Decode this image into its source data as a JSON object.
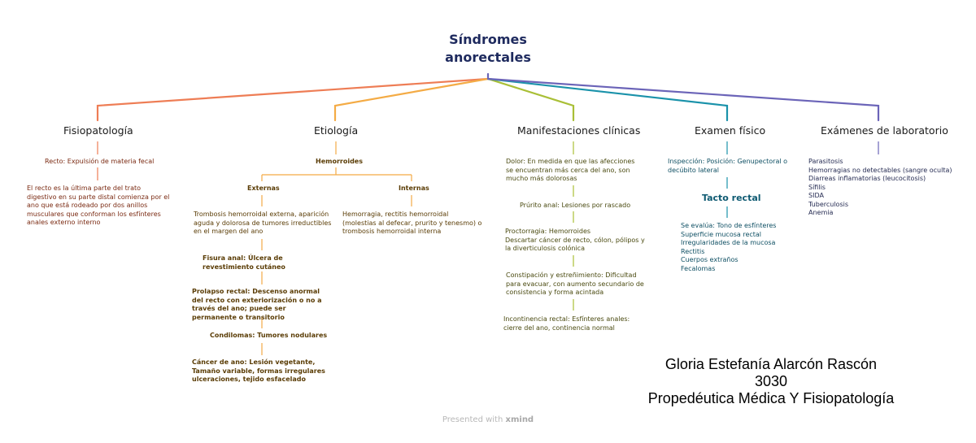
{
  "title": [
    "Síndromes",
    "anorectales"
  ],
  "branches": {
    "fisiopatologia": {
      "label": "Fisiopatología",
      "items": [
        "Recto: Expulsión de materia fecal",
        "El recto es la última parte del trato digestivo en su parte distal comienza por el ano que está rodeado por dos anillos musculares que conforman los esfínteres anales externo interno"
      ]
    },
    "etiologia": {
      "label": "Etiología",
      "hemorroides": "Hemorroides",
      "externas": {
        "label": "Externas",
        "items": [
          "Trombosis hemorroidal externa, aparición aguda y dolorosa de tumores irreductibles en el margen del ano",
          "Fisura anal: Úlcera de revestimiento cutáneo",
          "Prolapso rectal: Descenso anormal del recto con exteriorización o no a través del ano; puede ser permanente o transitorio",
          "Condilomas: Tumores nodulares",
          "Cáncer de ano: Lesión vegetante, Tamaño variable, formas irregulares ulceraciones, tejido esfacelado"
        ]
      },
      "internas": {
        "label": "Internas",
        "items": [
          "Hemorragia, rectitis hemorroidal (molestias al defecar, prurito y tenesmo) o trombosis hemorroidal interna"
        ]
      }
    },
    "manifestaciones": {
      "label": "Manifestaciones clínicas",
      "items": [
        "Dolor: En medida en que las afecciones se encuentran más cerca del ano, son mucho más dolorosas",
        "Prúrito anal: Lesiones por rascado",
        "Proctorragia: Hemorroides\nDescartar cáncer de recto, cólon, pólipos y la diverticulosis colónica",
        "Constipación y estreñimiento: Dificultad para evacuar, con aumento secundario de consistencia y forma acintada",
        "Incontinencia rectal: Esfínteres anales: cierre del ano, continencia normal"
      ]
    },
    "examen": {
      "label": "Examen físico",
      "inspeccion": "Inspección: Posición: Genupectoral o decúbito lateral",
      "tacto_label": "Tacto rectal",
      "tacto_items": [
        "Se evalúa: Tono de esfínteres",
        "Superficie mucosa rectal",
        "Irregularidades de la mucosa",
        "Rectitis",
        "Cuerpos extraños",
        "Fecalomas"
      ]
    },
    "laboratorio": {
      "label": "Exámenes de laboratorio",
      "items": [
        "Parasitosis",
        "Hemorragias no detectables (sangre oculta)",
        "Diarreas inflamatorias (leucocitosis)",
        "Sífilis",
        "SIDA",
        "Tuberculosis",
        "Anemia"
      ]
    }
  },
  "author": {
    "name": "Gloria Estefanía Alarcón Rascón",
    "number": "3030",
    "course": "Propedéutica Médica Y Fisiopatología"
  },
  "footer": {
    "prefix": "Presented with",
    "brand": "xmind"
  },
  "colors": {
    "fisiopatologia": "#ee7d55",
    "etiologia": "#f4ab45",
    "manifestaciones": "#a9bf36",
    "examen": "#1a92aa",
    "laboratorio": "#6b64b8",
    "title": "#1e2a5e"
  }
}
